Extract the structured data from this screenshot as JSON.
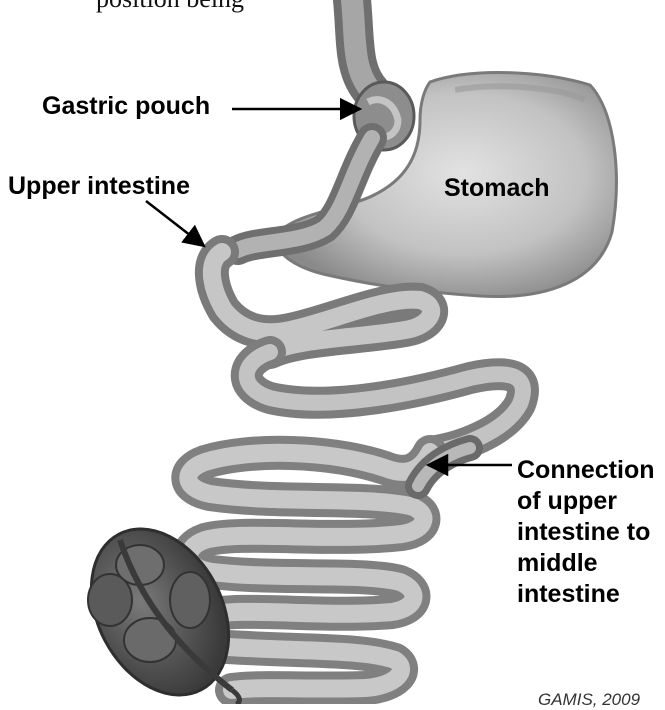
{
  "header_text_partial": "position being",
  "labels": {
    "gastric_pouch": "Gastric pouch",
    "upper_intestine": "Upper intestine",
    "stomach": "Stomach",
    "connection_lines": [
      "Connection",
      "of upper",
      "intestine to",
      "middle",
      "intestine"
    ]
  },
  "credit": "GAMIS, 2009",
  "colors": {
    "organ_dark": "#6f6f6f",
    "organ_mid": "#9a9a9a",
    "organ_light": "#d2d2d2",
    "stomach_fill": "#c8c8c8",
    "colon_dark": "#4d4d4d",
    "text": "#000000"
  }
}
